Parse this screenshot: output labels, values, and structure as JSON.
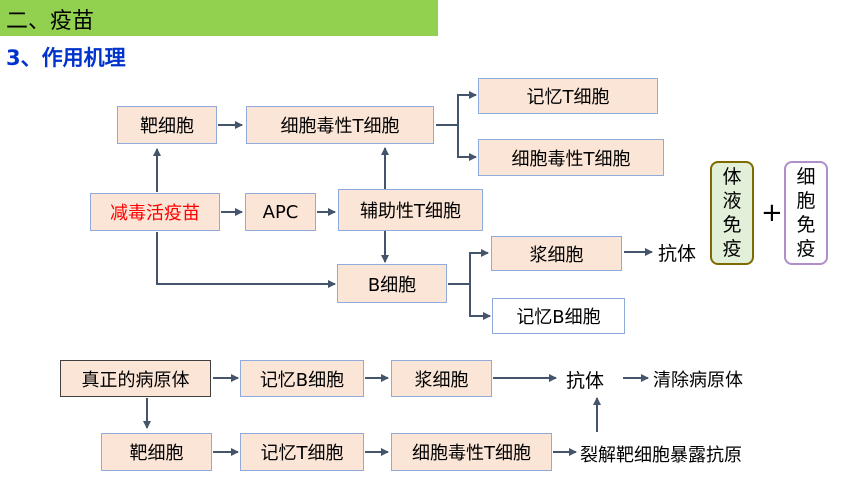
{
  "header": {
    "title": "二、疫苗"
  },
  "subtitle": "3、作用机理",
  "diagram1": {
    "target_cell": "靶细胞",
    "cytotoxic_t": "细胞毒性T细胞",
    "memory_t": "记忆T细胞",
    "cytotoxic_t_2": "细胞毒性T细胞",
    "attenuated_vaccine": "减毒活疫苗",
    "apc": "APC",
    "helper_t": "辅助性T细胞",
    "b_cell": "B细胞",
    "plasma_cell": "浆细胞",
    "memory_b": "记忆B细胞",
    "antibody": "抗体",
    "humoral": "体液免疫",
    "plus": "+",
    "cellular": "细胞免疫"
  },
  "diagram2": {
    "true_pathogen": "真正的病原体",
    "memory_b": "记忆B细胞",
    "plasma_cell": "浆细胞",
    "antibody": "抗体",
    "clear_pathogen": "清除病原体",
    "target_cell": "靶细胞",
    "memory_t": "记忆T细胞",
    "cytotoxic_t": "细胞毒性T细胞",
    "lyse_target": "裂解靶细胞暴露抗原"
  },
  "colors": {
    "header_bg": "#92d050",
    "subtitle": "#0033cc",
    "box_fill": "#fbe5d6",
    "highlight": "#ff0000"
  }
}
